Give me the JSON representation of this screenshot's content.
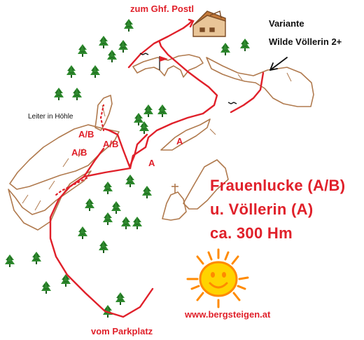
{
  "labels": {
    "hut": "zum Ghf. Postl",
    "variant_line1": "Variante",
    "variant_line2": "Wilde Völlerin 2+",
    "ladder": "Leiter in Höhle",
    "ab_upper": "A/B",
    "ab_lower_left": "A/B",
    "ab_lower_right": "A/B",
    "a_right": "A",
    "a_center": "A",
    "parking": "vom Parkplatz"
  },
  "title": {
    "line1": "Frauenlucke (A/B)",
    "line2": "u. Völlerin (A)",
    "line3": "ca. 300 Hm"
  },
  "website": "www.bergsteigen.at",
  "colors": {
    "route": "#e0202a",
    "rock": "#b07a4e",
    "tree_green": "#2e8b2e",
    "sun_yellow": "#ffd300",
    "sun_orange": "#ff8a00"
  },
  "icons": [
    "hut-icon",
    "cross-icon",
    "flag-icon",
    "arrow-icon",
    "sun-icon",
    "tree-icon"
  ]
}
